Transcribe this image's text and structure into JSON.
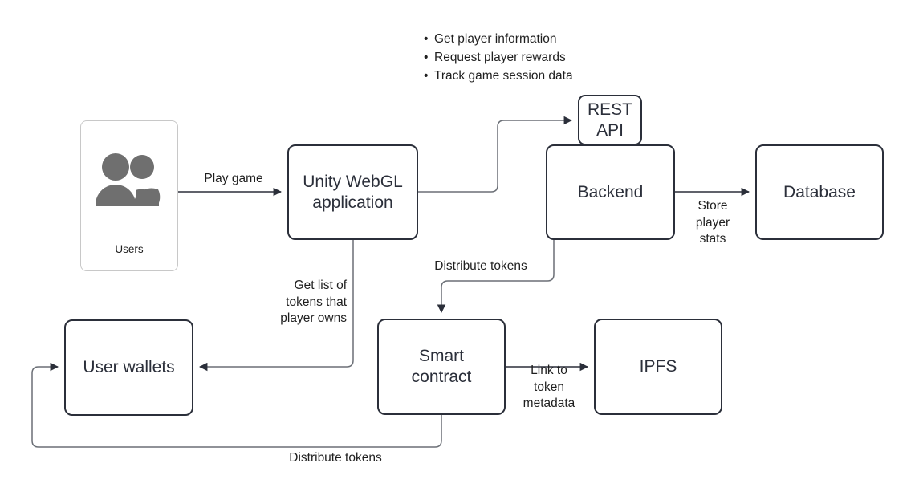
{
  "diagram": {
    "title": "Unity WebGL blockchain game architecture",
    "colors": {
      "node_border": "#2b2f3a",
      "node_text": "#2b2f3a",
      "edge_line": "#6b6f76",
      "edge_line_dark": "#2b2f3a",
      "label_text": "#1f1f1f",
      "actor_fill": "#6f6f6f",
      "actor_border": "#c8c8c8",
      "background": "#ffffff"
    },
    "actor": {
      "name": "users-actor",
      "label": "Users",
      "icon": "people-icon"
    },
    "nodes": [
      {
        "id": "unity",
        "label": "Unity WebGL\napplication"
      },
      {
        "id": "rest",
        "label": "REST\nAPI"
      },
      {
        "id": "backend",
        "label": "Backend"
      },
      {
        "id": "database",
        "label": "Database"
      },
      {
        "id": "wallets",
        "label": "User wallets"
      },
      {
        "id": "smart",
        "label": "Smart\ncontract"
      },
      {
        "id": "ipfs",
        "label": "IPFS"
      }
    ],
    "edges": [
      {
        "id": "play-game",
        "label": "Play game",
        "from": "users",
        "to": "unity"
      },
      {
        "id": "rest-api-calls",
        "label": "",
        "from": "unity",
        "to": "rest"
      },
      {
        "id": "store-stats",
        "label": "Store\nplayer\nstats",
        "from": "backend",
        "to": "database"
      },
      {
        "id": "distribute-top",
        "label": "Distribute tokens",
        "from": "backend",
        "to": "smart"
      },
      {
        "id": "get-token-list",
        "label": "Get list of\ntokens that\nplayer owns",
        "from": "unity",
        "to": "wallets"
      },
      {
        "id": "link-metadata",
        "label": "Link to\ntoken\nmetadata",
        "from": "smart",
        "to": "ipfs"
      },
      {
        "id": "distribute-bottom",
        "label": "Distribute tokens",
        "from": "smart",
        "to": "wallets"
      }
    ],
    "api_calls": {
      "items": [
        "Get player information",
        "Request player rewards",
        "Track game session data"
      ]
    }
  }
}
